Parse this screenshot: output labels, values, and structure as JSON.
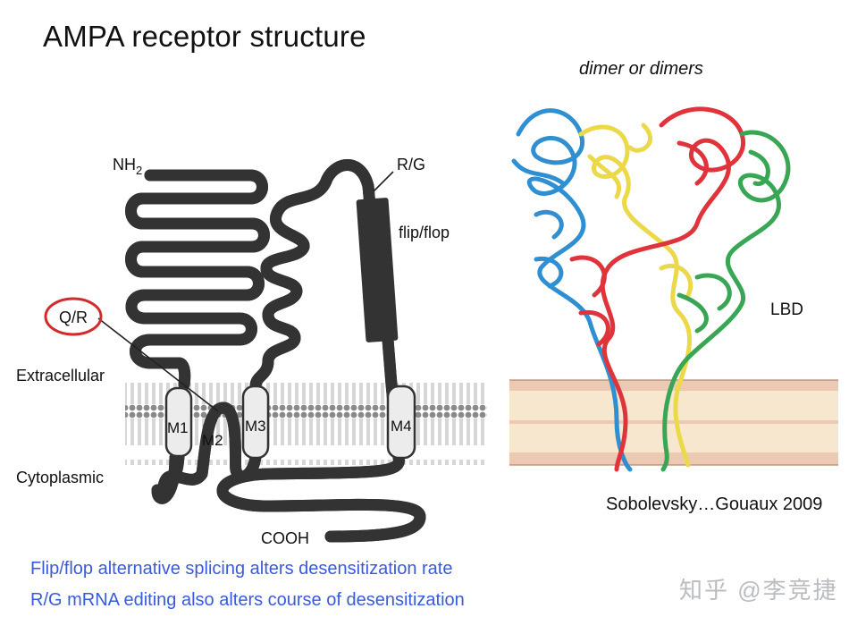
{
  "title": "AMPA receptor structure",
  "topology": {
    "nh2": "NH",
    "nh2_sub": "2",
    "qr": "Q/R",
    "rg": "R/G",
    "flipflop": "flip/flop",
    "extracellular": "Extracellular",
    "cytoplasmic": "Cytoplasmic",
    "m1": "M1",
    "m2": "M2",
    "m3": "M3",
    "m4": "M4",
    "cooh": "COOH"
  },
  "structure": {
    "subtitle": "dimer or dimers",
    "lbd": "LBD",
    "credit": "Sobolevsky…Gouaux 2009",
    "colors": {
      "blue": "#2f8fd0",
      "yellow": "#ecd94a",
      "red": "#e0343c",
      "green": "#3aa655"
    }
  },
  "notes": [
    "Flip/flop alternative splicing alters desensitization rate",
    "R/G mRNA editing also alters course of desensitization"
  ],
  "watermark": "知乎 @李竞捷"
}
